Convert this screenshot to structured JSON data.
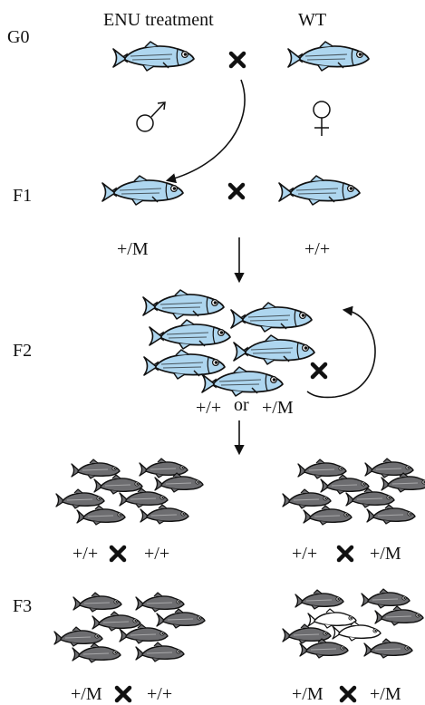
{
  "generations": {
    "g0": "G0",
    "f1": "F1",
    "f2": "F2",
    "f3": "F3"
  },
  "columns": {
    "left_header": "ENU treatment",
    "right_header": "WT"
  },
  "sex": {
    "male_symbol": "♂",
    "female_symbol": "♀"
  },
  "f1": {
    "left_genotype": "+/M",
    "right_genotype": "+/+"
  },
  "f2": {
    "genotype_left": "+/+",
    "genotype_or": "or",
    "genotype_right": "+/M"
  },
  "f3": {
    "cross_top_left": {
      "a": "+/+",
      "b": "+/+"
    },
    "cross_top_right": {
      "a": "+/+",
      "b": "+/M"
    },
    "cross_bottom_left": {
      "a": "+/M",
      "b": "+/+"
    },
    "cross_bottom_right": {
      "a": "+/M",
      "b": "+/M"
    }
  },
  "colors": {
    "fish_blue": "#aed6ef",
    "fish_grey": "#6d6d70",
    "fish_mutant": "#ffffff",
    "stroke": "#111111"
  },
  "icons": [
    "zebrafish-icon",
    "cross-icon",
    "male-symbol-icon",
    "female-symbol-icon",
    "down-arrow-icon",
    "self-cross-loop-icon"
  ]
}
